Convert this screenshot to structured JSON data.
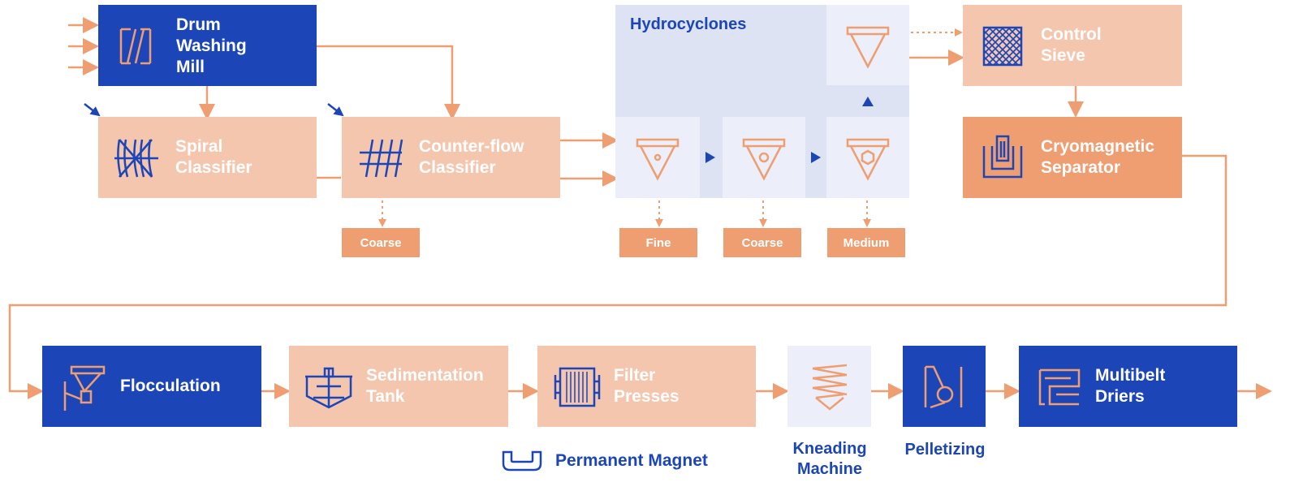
{
  "nodes": {
    "drum": "Drum\nWashing\nMill",
    "spiral": "Spiral\nClassifier",
    "counterflow": "Counter-flow\nClassifier",
    "hydro_title": "Hydrocyclones",
    "control_sieve": "Control\nSieve",
    "cryomagnetic": "Cryomagnetic\nSeparator",
    "flocculation": "Flocculation",
    "sedimentation": "Sedimentation\nTank",
    "filter": "Filter\nPresses",
    "kneading": "Kneading\nMachine",
    "pelletizing": "Pelletizing",
    "multibelt": "Multibelt\nDriers",
    "permanent_magnet": "Permanent Magnet"
  },
  "outputs": {
    "coarse1": "Coarse",
    "fine": "Fine",
    "coarse2": "Coarse",
    "medium": "Medium"
  },
  "colors": {
    "dark_blue": "#1c46b8",
    "peach": "#f5c6ae",
    "orange": "#ee9e71",
    "arrow": "#ee9e71",
    "light_blue": "#dde3f3"
  },
  "icons": [
    "drum-icon",
    "spiral-icon",
    "counterflow-icon",
    "cone-icon",
    "sieve-icon",
    "magnet-separator-icon",
    "flocculation-icon",
    "tank-icon",
    "filter-icon",
    "screw-icon",
    "pellet-icon",
    "drier-icon",
    "magnet-icon"
  ]
}
